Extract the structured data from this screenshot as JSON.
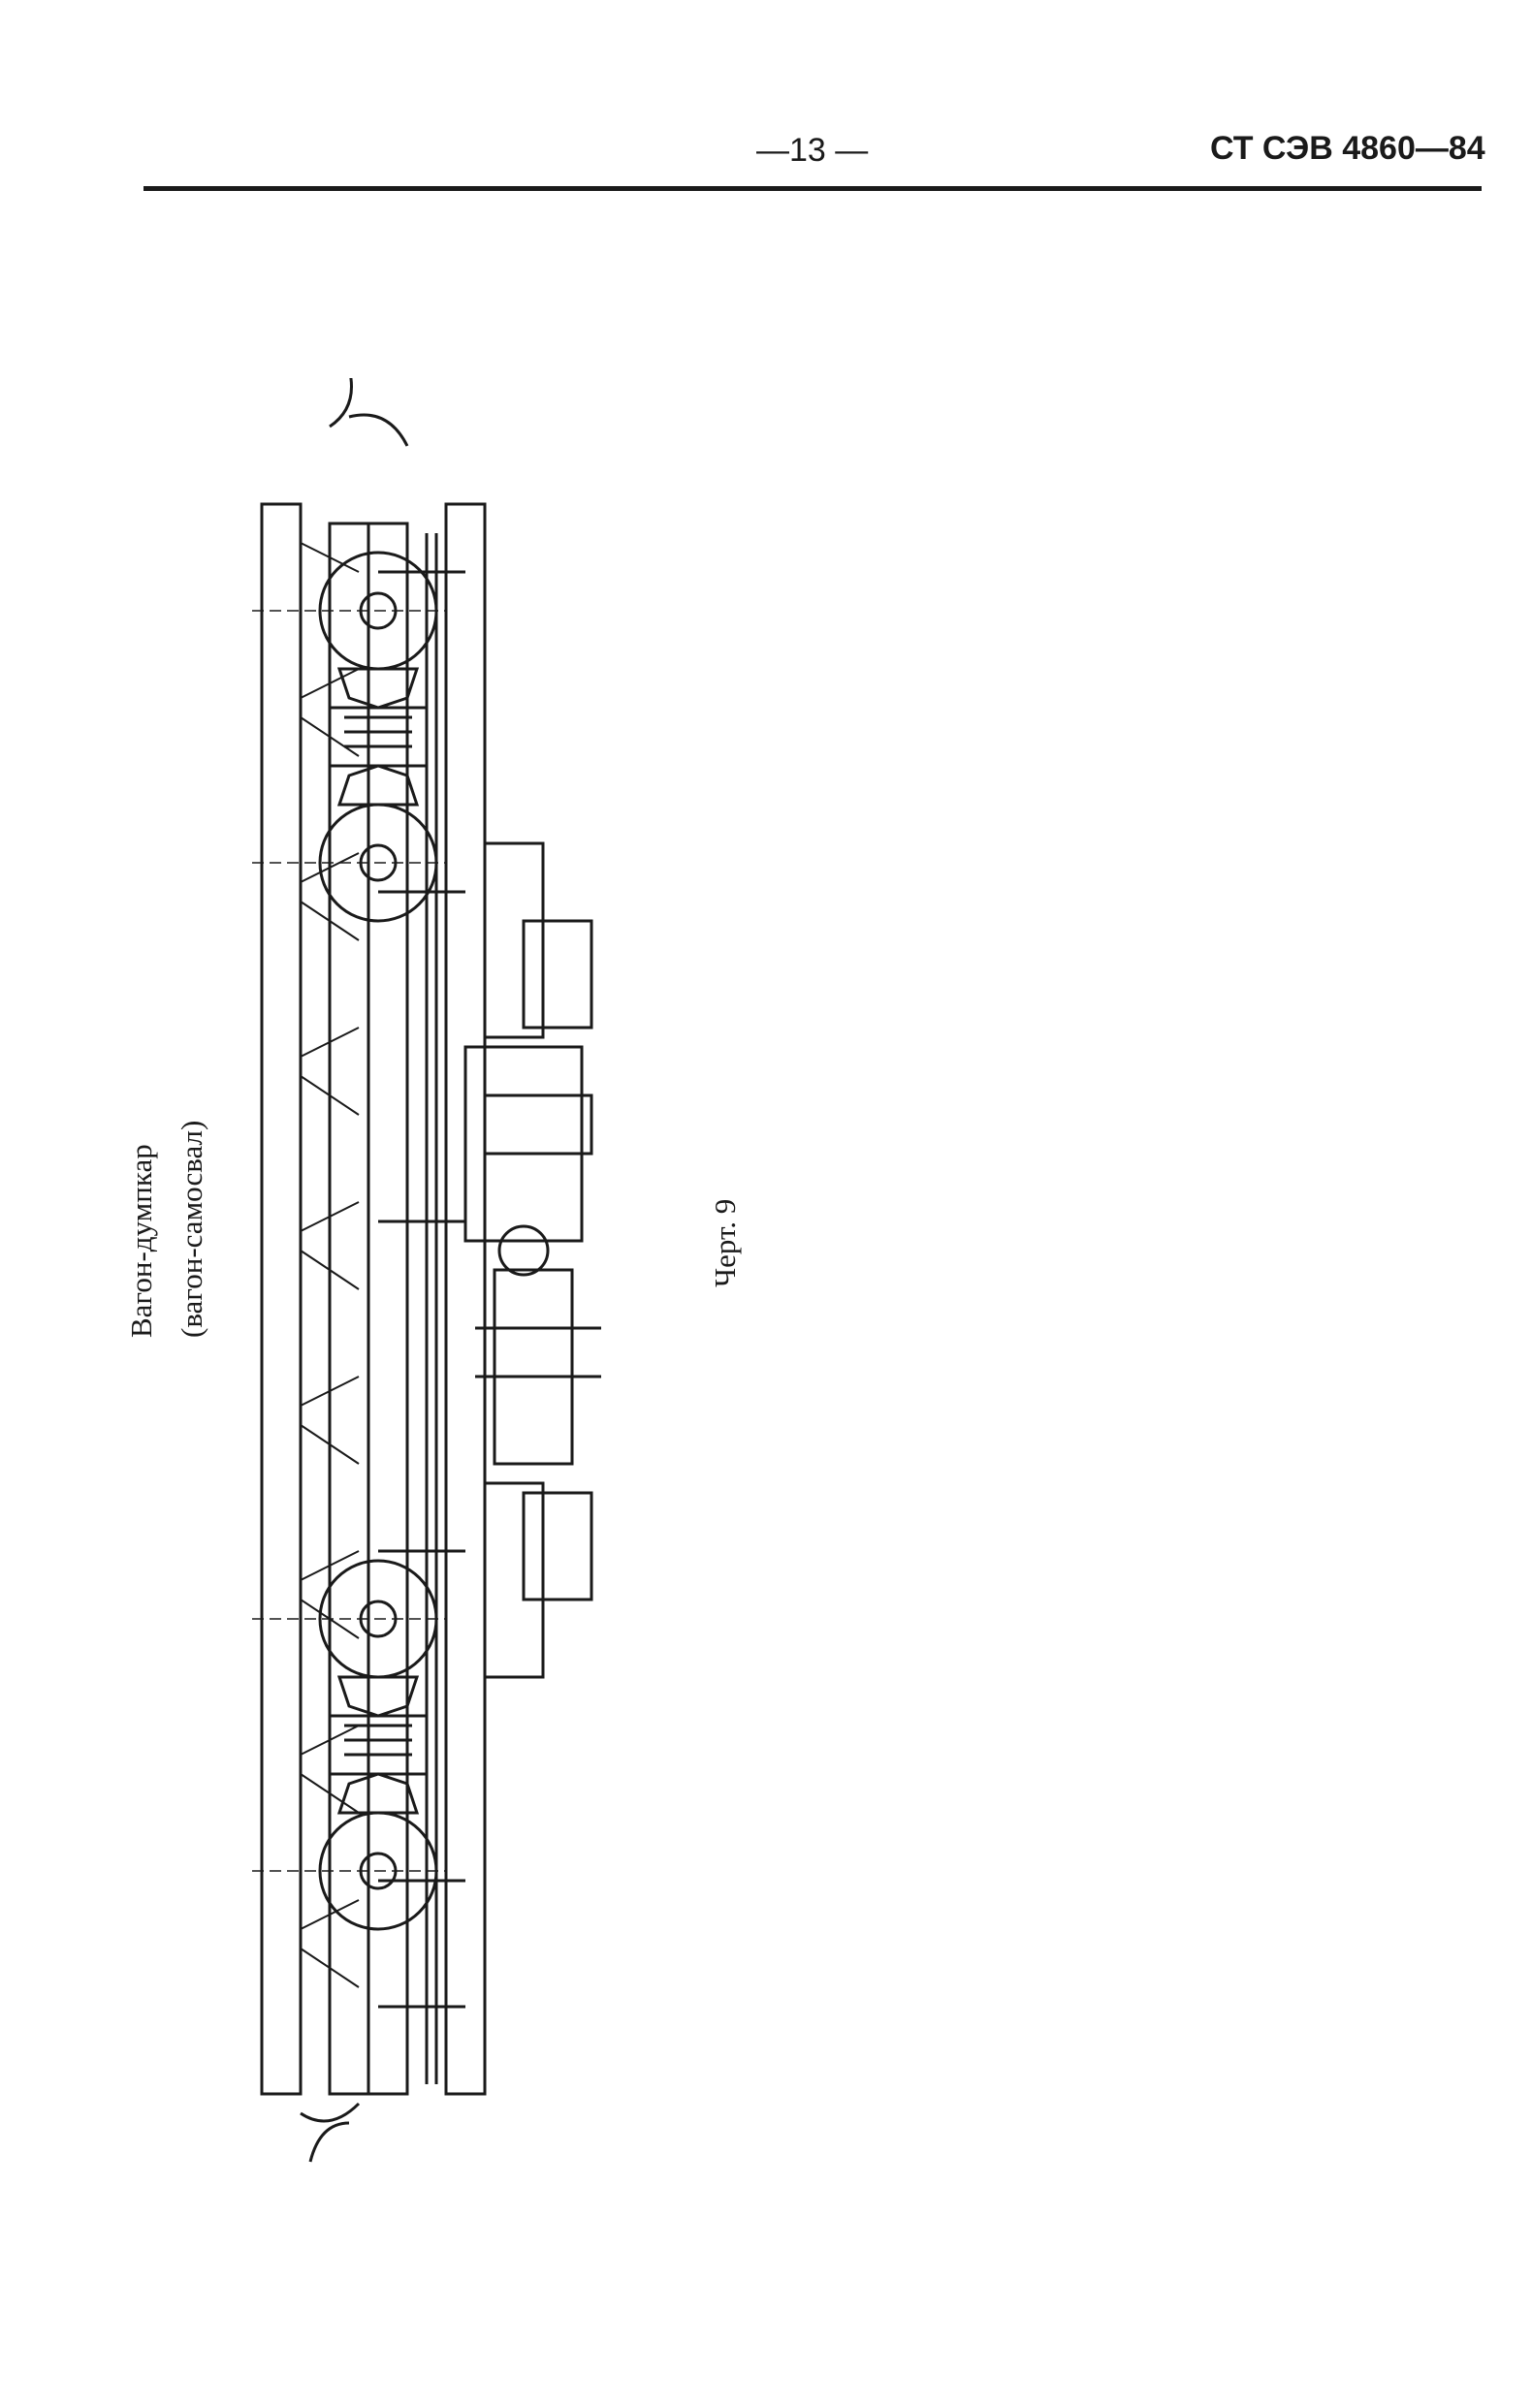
{
  "header": {
    "page_number": "—13 —",
    "standard_code": "СТ СЭВ 4860—84"
  },
  "figure": {
    "title_line1": "Вагон-думпкар",
    "title_line2": "(вагон-самосвал)",
    "label": "Черт. 9"
  }
}
